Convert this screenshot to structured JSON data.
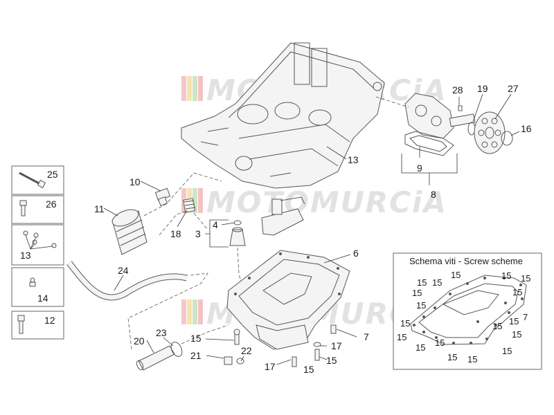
{
  "watermark": {
    "text": "MOTOMURCiA",
    "stripe_colors": [
      "#f4c7c7",
      "#f7e2b0",
      "#cfe5c4",
      "#f2c2c2"
    ]
  },
  "callouts": {
    "c25": "25",
    "c26": "26",
    "c13_box": "13",
    "c14": "14",
    "c12": "12",
    "c10": "10",
    "c11": "11",
    "c18": "18",
    "c3": "3",
    "c4": "4",
    "c24": "24",
    "c20": "20",
    "c23": "23",
    "c15_a": "15",
    "c21": "21",
    "c22": "22",
    "c17_a": "17",
    "c15_b": "15",
    "c17_b": "17",
    "c15_c": "15",
    "c7": "7",
    "c6": "6",
    "c13_case": "13",
    "c9": "9",
    "c8": "8",
    "c28": "28",
    "c19": "19",
    "c27": "27",
    "c16": "16"
  },
  "screw_scheme": {
    "title": "Schema viti - Screw scheme",
    "labels": [
      "15",
      "15",
      "15",
      "15",
      "15",
      "15",
      "15",
      "15",
      "15",
      "15",
      "15",
      "15",
      "15",
      "15",
      "15",
      "15",
      "15",
      "15",
      "7"
    ]
  }
}
